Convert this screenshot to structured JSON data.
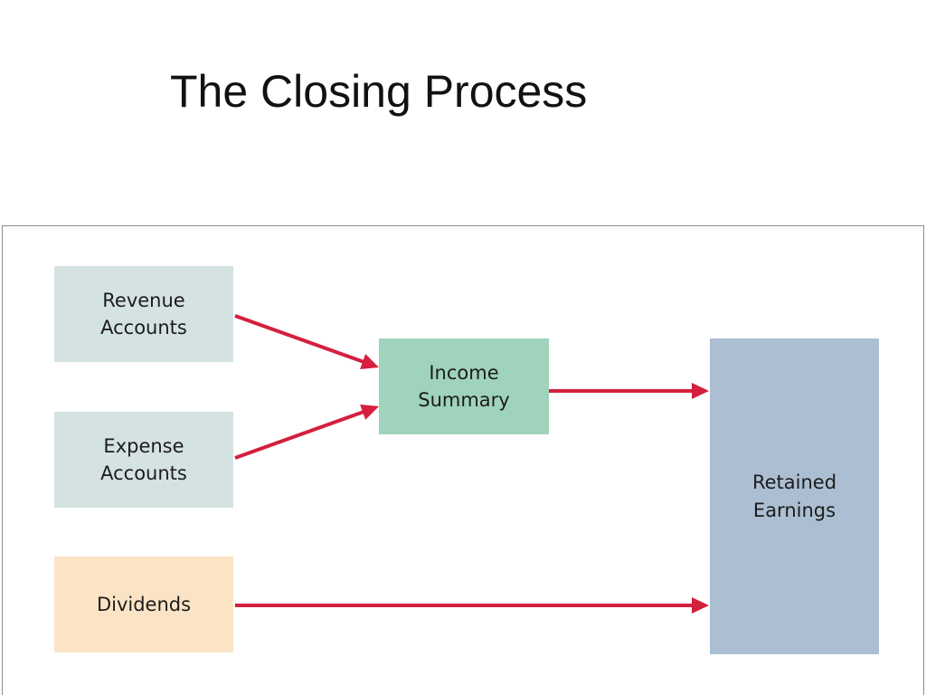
{
  "slide": {
    "title": "The Closing Process"
  },
  "diagram": {
    "nodes": {
      "revenue_accounts": {
        "label": "Revenue\nAccounts",
        "color": "#d5e2e2"
      },
      "expense_accounts": {
        "label": "Expense\nAccounts",
        "color": "#d5e2e2"
      },
      "dividends": {
        "label": "Dividends",
        "color": "#fbe4c5"
      },
      "income_summary": {
        "label": "Income\nSummary",
        "color": "#9fd3bb"
      },
      "retained_earnings": {
        "label": "Retained\nEarnings",
        "color": "#acbfd2"
      }
    },
    "edges": [
      {
        "from": "revenue_accounts",
        "to": "income_summary"
      },
      {
        "from": "expense_accounts",
        "to": "income_summary"
      },
      {
        "from": "income_summary",
        "to": "retained_earnings"
      },
      {
        "from": "dividends",
        "to": "retained_earnings"
      }
    ],
    "arrow_color": "#d41f3e"
  }
}
